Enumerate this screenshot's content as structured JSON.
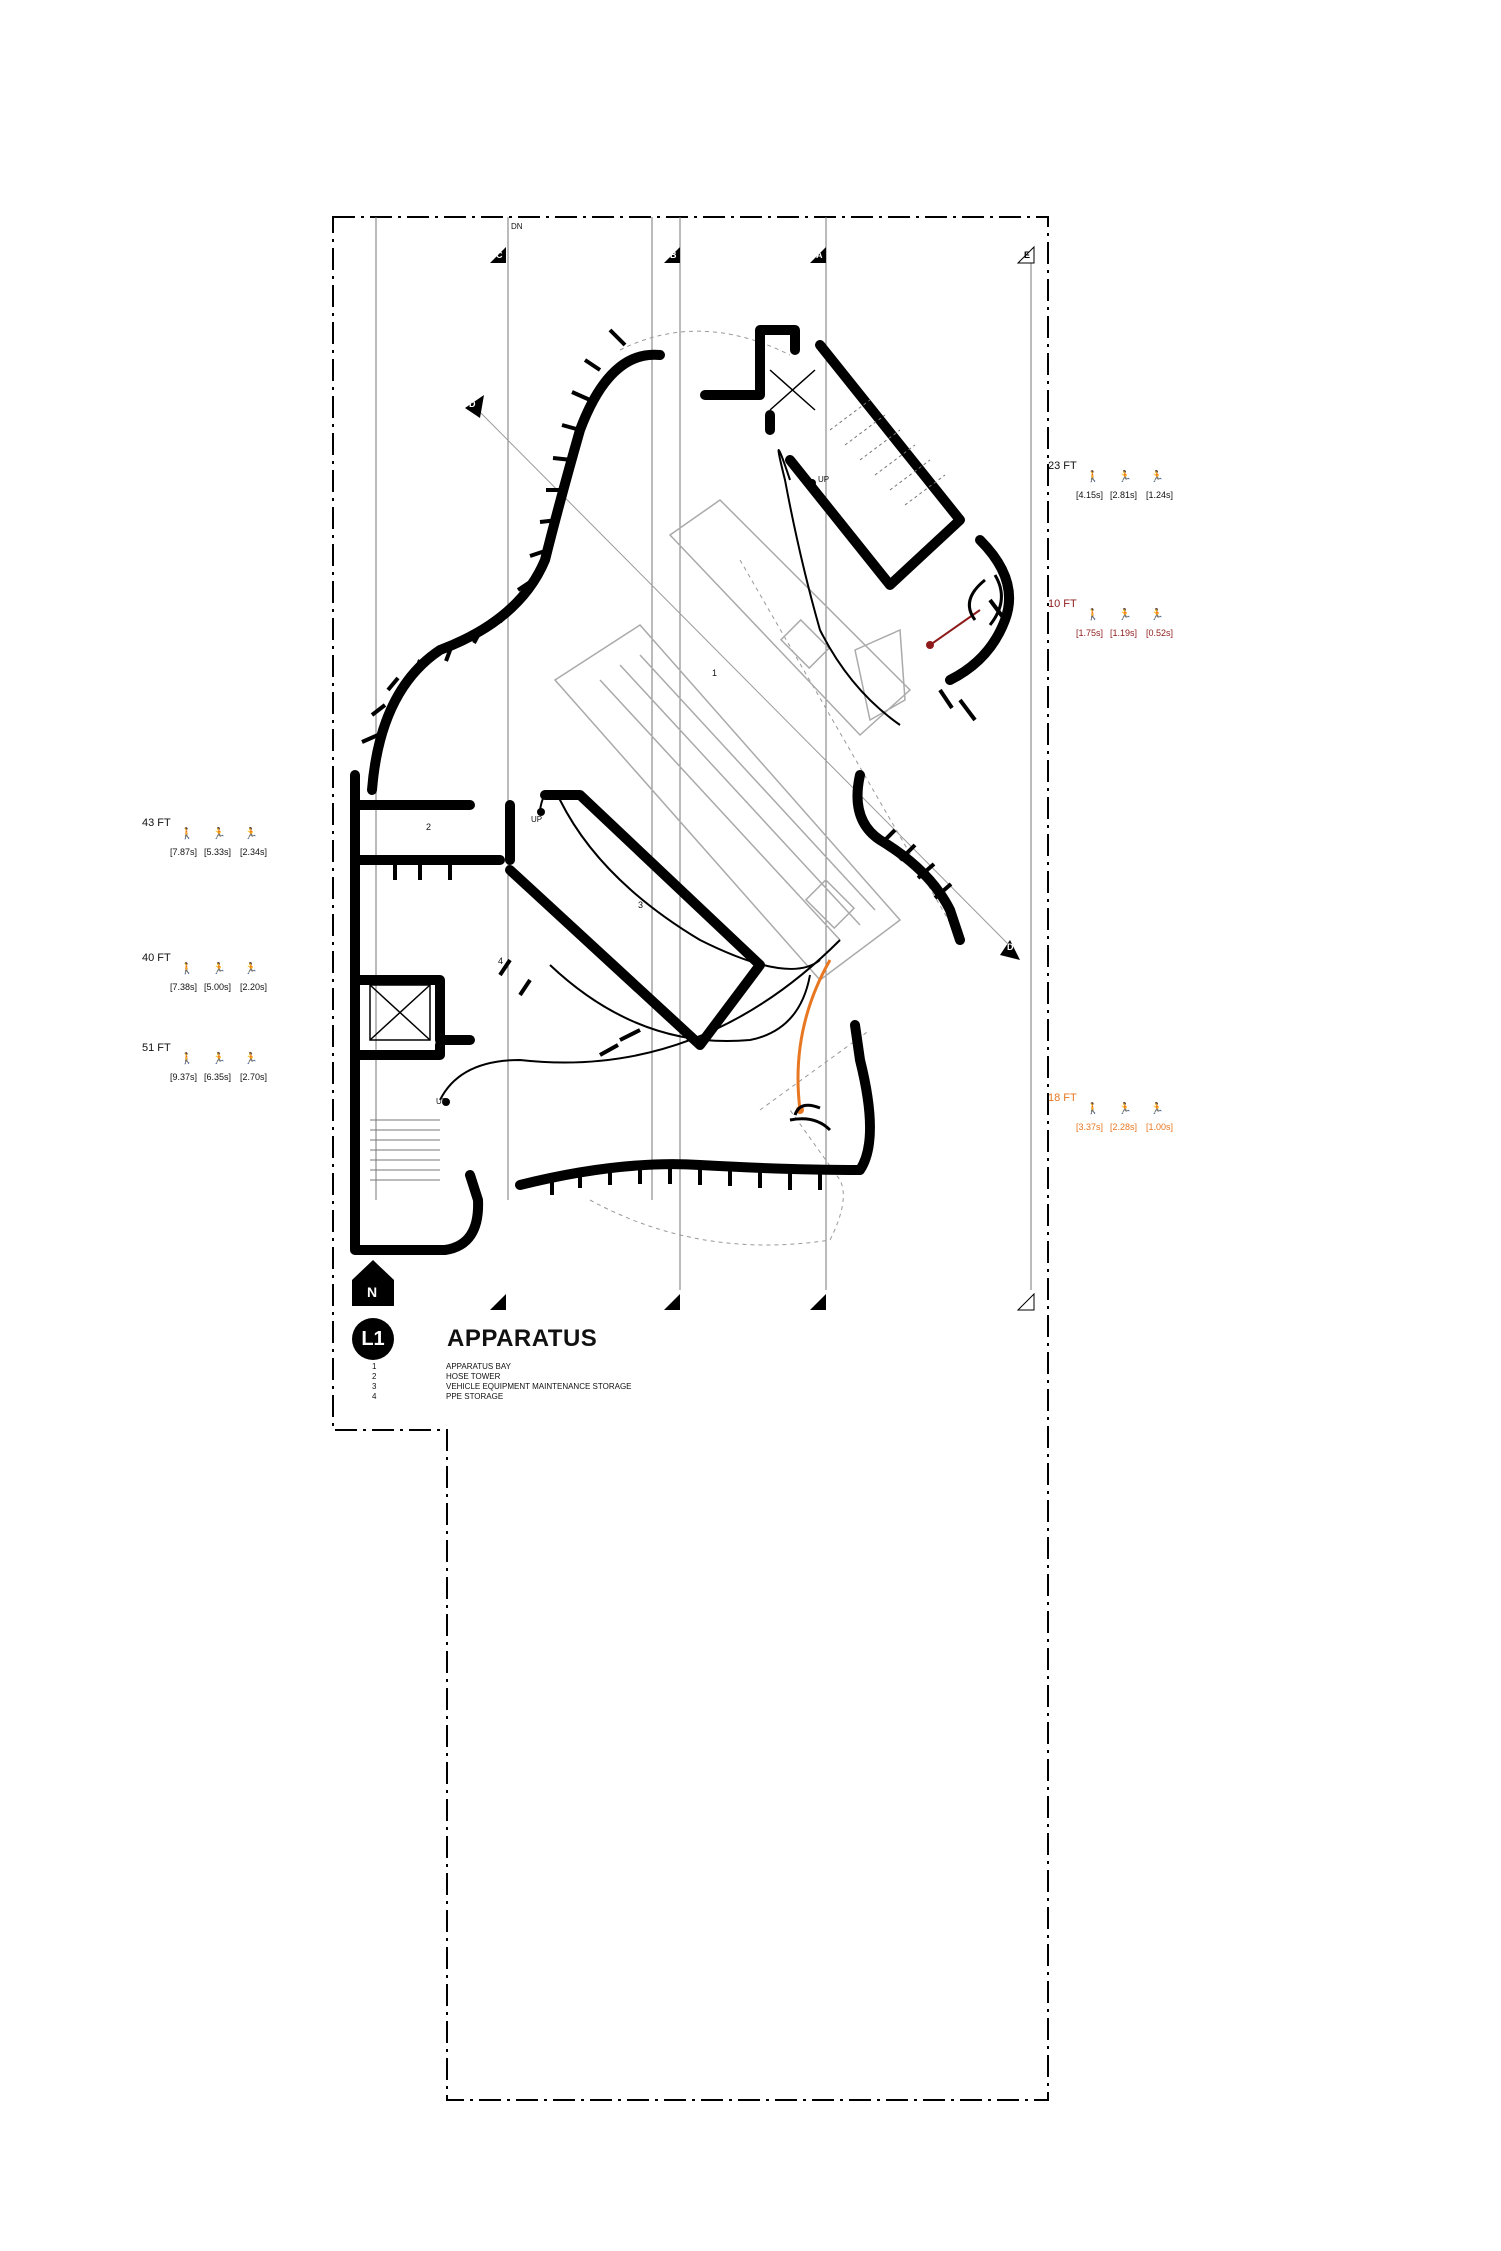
{
  "title": "APPARATUS",
  "level_badge": "L1",
  "north_badge": "N",
  "legend": [
    {
      "num": "1",
      "label": "APPARATUS BAY"
    },
    {
      "num": "2",
      "label": "HOSE TOWER"
    },
    {
      "num": "3",
      "label": "VEHICLE EQUIPMENT MAINTENANCE STORAGE"
    },
    {
      "num": "4",
      "label": "PPE STORAGE"
    }
  ],
  "room_numbers": [
    "1",
    "2",
    "3",
    "4"
  ],
  "grid_tags": [
    "C",
    "B",
    "A",
    "E",
    "D",
    "D"
  ],
  "stair_labels": {
    "dn": "DN",
    "up1": "UP",
    "up2": "UP",
    "up3": "UP"
  },
  "distances": [
    {
      "ft": "23 FT",
      "walk": "[4.15s]",
      "run": "[2.81s]",
      "sprint": "[1.24s]",
      "color": "#111111"
    },
    {
      "ft": "10 FT",
      "walk": "[1.75s]",
      "run": "[1.19s]",
      "sprint": "[0.52s]",
      "color": "#8e1b1b"
    },
    {
      "ft": "43 FT",
      "walk": "[7.87s]",
      "run": "[5.33s]",
      "sprint": "[2.34s]",
      "color": "#111111"
    },
    {
      "ft": "40 FT",
      "walk": "[7.38s]",
      "run": "[5.00s]",
      "sprint": "[2.20s]",
      "color": "#111111"
    },
    {
      "ft": "51 FT",
      "walk": "[9.37s]",
      "run": "[6.35s]",
      "sprint": "[2.70s]",
      "color": "#111111"
    },
    {
      "ft": "18 FT",
      "walk": "[3.37s]",
      "run": "[2.28s]",
      "sprint": "[1.00s]",
      "color": "#e87722"
    }
  ],
  "icons": [
    "walking-person-icon",
    "running-person-icon",
    "sprinting-person-icon",
    "north-arrow-icon"
  ]
}
